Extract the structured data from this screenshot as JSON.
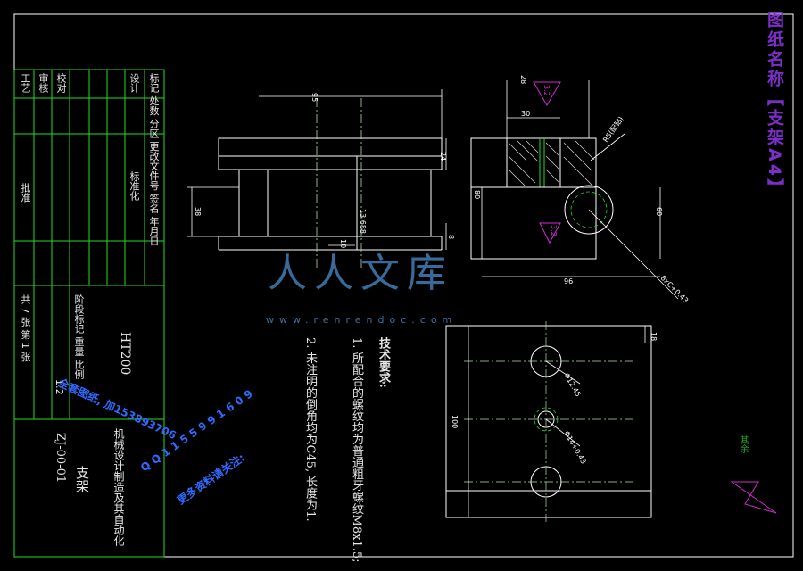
{
  "drawing_title": "图纸名称【支架A4】",
  "part_name": "支架",
  "material": "HT200",
  "drawing_number": "ZJ-00-01",
  "scale": "1:2",
  "sheet": "共 7 张 第 1 张",
  "title_block": {
    "mark_row": "标记 处数 分区 更改文件号 签名 年月日",
    "designer_row": "设计",
    "standard": "标准化",
    "stage_row": "阶段标记 重量 比例",
    "review": "审核",
    "process": "工艺",
    "approve": "批准",
    "check": "校对"
  },
  "tech_requirements": {
    "heading": "技术要求:",
    "line1": "1. 所配合的螺纹均为普通粗牙螺纹M8x1.5;",
    "line2": "2. 未注明的倒角均为C45, 长度为1."
  },
  "dimensions": {
    "d95": "95",
    "d24": "24",
    "d38": "38",
    "d13": "13.688",
    "d10": "10",
    "d8": "8",
    "d30": "30",
    "d80": "80",
    "d60": "60",
    "d96": "96",
    "d18": "18",
    "d100": "100",
    "d28": "28",
    "r_top": "R5(配钻)",
    "r_diag": "8xC+0.43",
    "h1": "Φ12.45",
    "h2": "Φ14+0.43",
    "rough_top": "3.2",
    "rough_mid": "3.2",
    "other": "其余"
  },
  "watermark": {
    "brand": "人人文库",
    "url": "www.renrendoc.com",
    "promo1": "全套图纸, 加153893706",
    "promo2": "Q Q 1 1 5 5 9 9 1 6 0 9",
    "promo3": "更多资料请关注:",
    "promo4": "机械设计制造及其自动化"
  },
  "colors": {
    "background": "#000000",
    "lines": "#ffffff",
    "frame": "#22dd22",
    "title": "#7b2fc8",
    "hatch": "#dddddd",
    "center": "#b0e0b0",
    "watermark": "#4a8fcf",
    "promo": "#2f6bff",
    "roughness": "#d22bd2"
  }
}
